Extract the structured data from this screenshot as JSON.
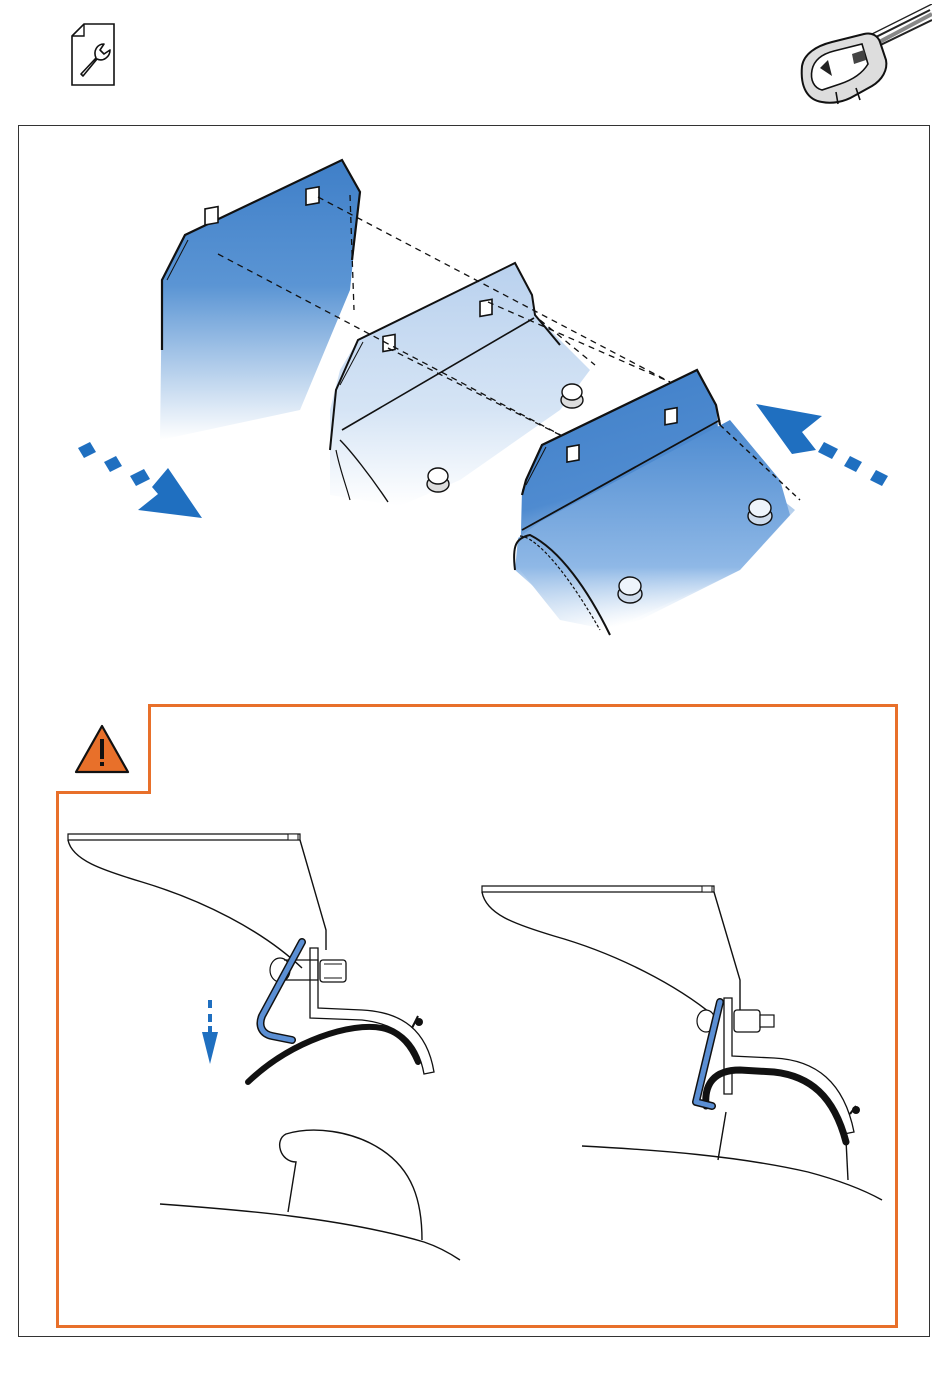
{
  "colors": {
    "accent_blue": "#1f6fc0",
    "warning_orange": "#e8702a",
    "line": "#111111"
  },
  "header": {
    "left_icon": "document-wrench-icon",
    "right_icon": "roof-rack-foot-icon"
  },
  "top_illustration": {
    "arrows": [
      "arrow-left-in",
      "arrow-right-in"
    ],
    "pads": [
      "pad-back",
      "pad-middle",
      "pad-front"
    ]
  },
  "warning": {
    "icon": "warning-triangle-icon",
    "panels": [
      "incorrect-mounting",
      "correct-mounting"
    ]
  }
}
